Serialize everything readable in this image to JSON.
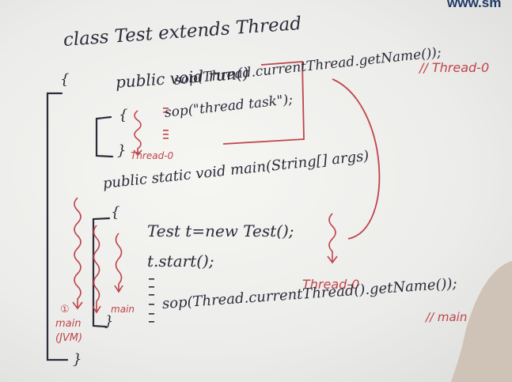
{
  "watermark": "www.sm",
  "code": {
    "class_decl": "class Test extends Thread",
    "open_brace_class": "{",
    "run_decl": "public void run()",
    "comment_thread0": "// Thread-0",
    "run_open": "{",
    "run_line1": "sop(Thread.currentThread.getName());",
    "run_line2": "sop(\"thread task\");",
    "run_close": "}",
    "main_decl": "public static void main(String[] args)",
    "main_open": "{",
    "main_line1": "Test t=new Test();",
    "main_line2": "t.start();",
    "main_line3": "sop(Thread.currentThread().getName());",
    "comment_main": "// main",
    "main_close": "}",
    "class_close": "}"
  },
  "annotations": {
    "thread0_under_run": "Thread-0",
    "thread0_mid": "Thread-0",
    "main_label": "main",
    "jvm_number": "①",
    "jvm_main": "main",
    "jvm_label": "(JVM)"
  },
  "colors": {
    "ink": "#2c2b3a",
    "marker_red": "#c0444a",
    "watermark": "#1f3a66"
  }
}
